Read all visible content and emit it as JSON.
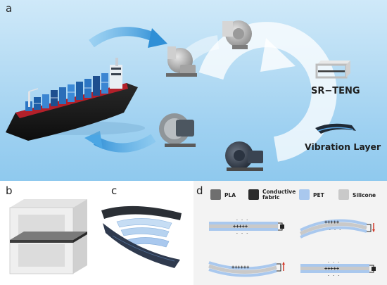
{
  "panels": {
    "a": {
      "letter": "a",
      "labels": {
        "srteng": "SR−TENG",
        "vibration_layer": "Vibration Layer"
      }
    },
    "b": {
      "letter": "b"
    },
    "c": {
      "letter": "c"
    },
    "d": {
      "letter": "d",
      "legend": [
        {
          "name": "PLA",
          "color": "#6f6f6f"
        },
        {
          "name": "Conductive fabric",
          "color": "#2b2b2b"
        },
        {
          "name": "PET",
          "color": "#a9c8ee"
        },
        {
          "name": "Silicone",
          "color": "#c9c9c9"
        }
      ],
      "states": [
        {
          "top_charges": "- - -",
          "bottom_charges": "+++++",
          "bottom_low": "- - -"
        },
        {
          "top_charges": "+++++",
          "bottom_charges": "- - -"
        },
        {
          "top_charges": "",
          "bottom_charges": "++++++"
        },
        {
          "top_charges": "- - -",
          "bottom_charges": "+++++",
          "bottom_low": "- - -"
        }
      ]
    }
  }
}
